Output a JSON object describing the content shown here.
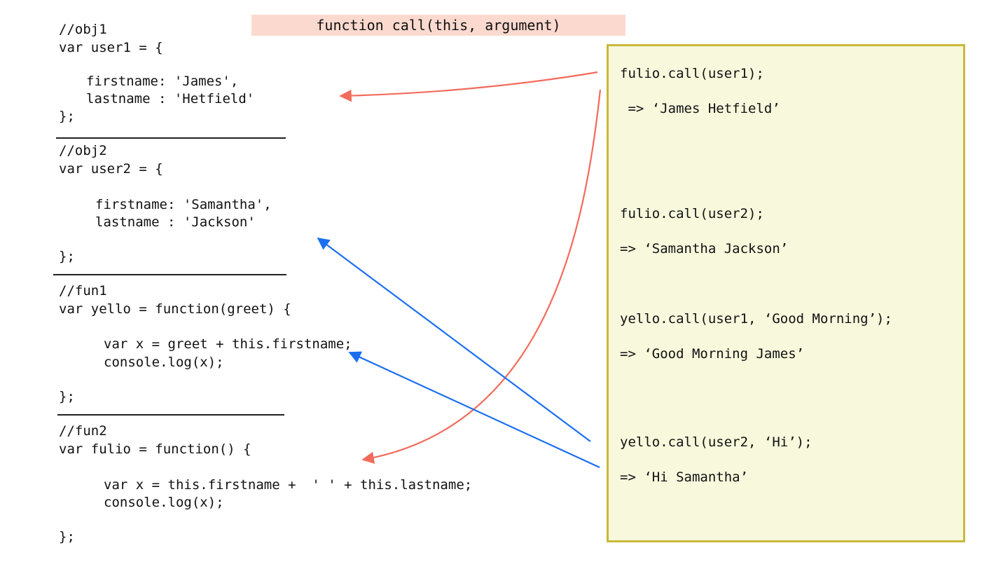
{
  "banner": {
    "text": "function call(this, argument)"
  },
  "code": {
    "obj1": {
      "comment": "//obj1",
      "decl": "var user1 = {",
      "firstname": "firstname: 'James',",
      "lastname": "lastname : 'Hetfield'",
      "close": "};"
    },
    "obj2": {
      "comment": "//obj2",
      "decl": "var user2 = {",
      "firstname": "firstname: 'Samantha',",
      "lastname": "lastname : 'Jackson'",
      "close": "};"
    },
    "fun1": {
      "comment": "//fun1",
      "decl": "var yello = function(greet) {",
      "body1": "var x = greet + this.firstname;",
      "body2": "console.log(x);",
      "close": "};"
    },
    "fun2": {
      "comment": "//fun2",
      "decl": "var fulio = function() {",
      "body1": "var x = this.firstname +  ' ' + this.lastname;",
      "body2": "console.log(x);",
      "close": "};"
    }
  },
  "results": [
    {
      "call": "fulio.call(user1);",
      "output": " => ‘James Hetfield’"
    },
    {
      "call": "fulio.call(user2);",
      "output": "=> ‘Samantha Jackson’"
    },
    {
      "call": "yello.call(user1, ‘Good Morning’);",
      "output": "=> ‘Good Morning James’"
    },
    {
      "call": "yello.call(user2, ‘Hi’);",
      "output": "=> ‘Hi Samantha’"
    }
  ],
  "colors": {
    "banner_bg": "#fbd9cf",
    "panel_bg": "#f8f8dd",
    "panel_border": "#c9b93a",
    "red_arrow": "#f26b5b",
    "blue_arrow": "#1a6ff0"
  }
}
